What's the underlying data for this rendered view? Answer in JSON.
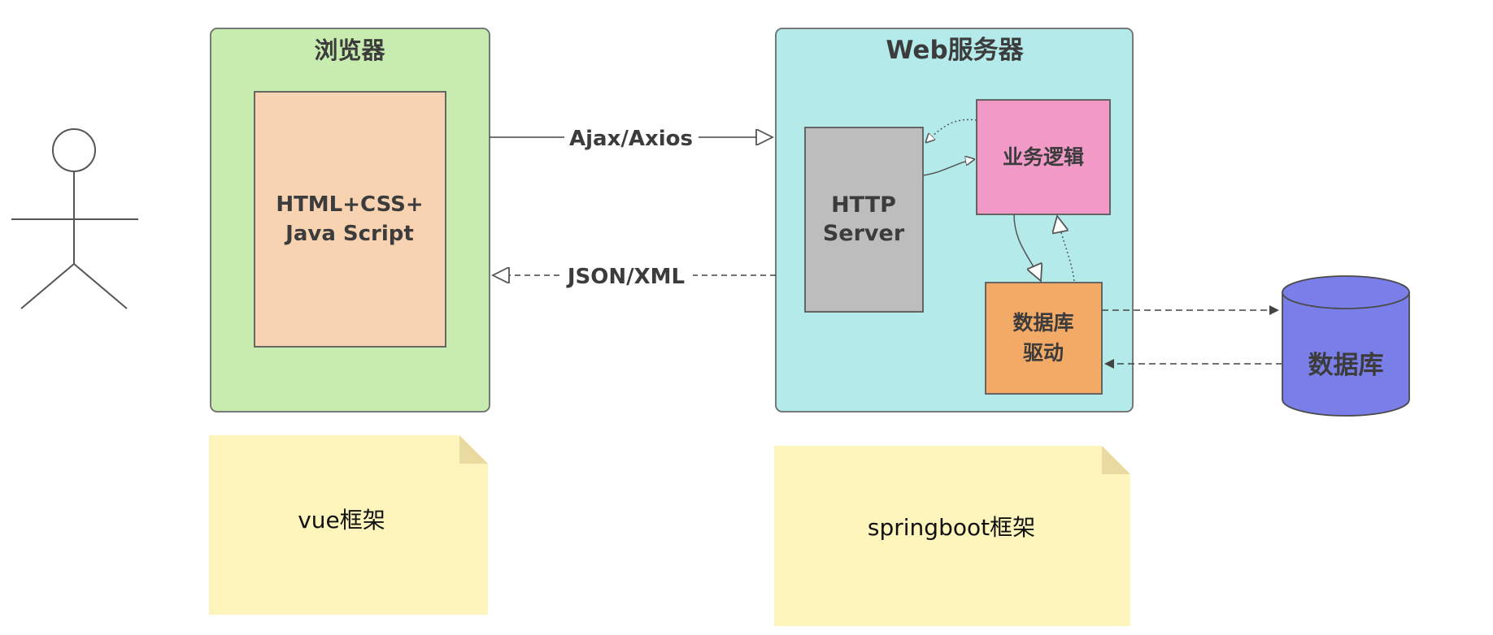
{
  "browser": {
    "title": "浏览器",
    "inner_line1": "HTML+CSS+",
    "inner_line2": "Java Script"
  },
  "server": {
    "title": "Web服务器",
    "http_line1": "HTTP",
    "http_line2": "Server",
    "logic": "业务逻辑",
    "driver_line1": "数据库",
    "driver_line2": "驱动"
  },
  "database": {
    "label": "数据库"
  },
  "arrows": {
    "request": "Ajax/Axios",
    "response": "JSON/XML"
  },
  "notes": {
    "frontend": "vue框架",
    "backend": "springboot框架"
  },
  "colors": {
    "browser_fill": "#c8ebb0",
    "html_fill": "#f7d3b1",
    "server_fill": "#b4eaea",
    "http_fill": "#bdbdbd",
    "logic_fill": "#f19ac8",
    "driver_fill": "#f2aa66",
    "database_fill": "#7a7ee8",
    "note_fill": "#fdf5bb",
    "note_fold": "#e9dba0"
  },
  "icons": {
    "actor": "user-stick-figure-icon",
    "database": "database-cylinder-icon"
  }
}
